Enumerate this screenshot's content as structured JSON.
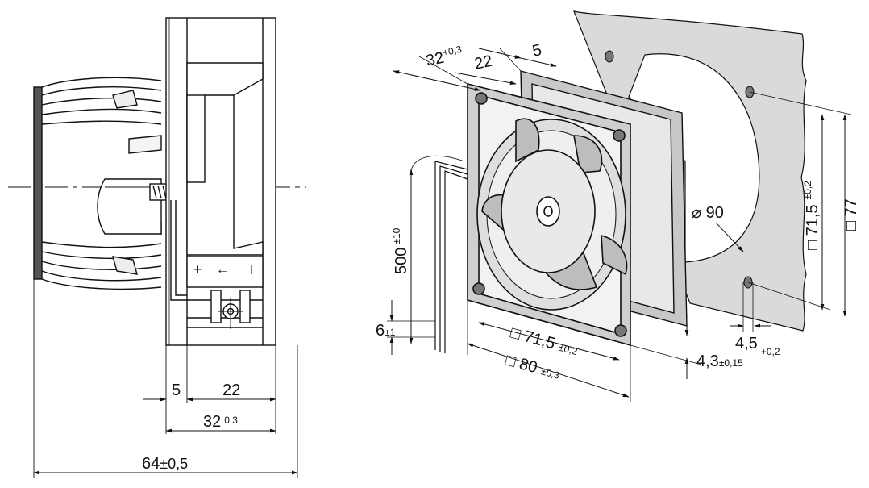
{
  "side_view": {
    "dim_5": "5",
    "dim_22": "22",
    "dim_32": "32",
    "dim_32_tol": "0,3",
    "dim_64": "64",
    "dim_64_tol": "±0,5",
    "polarity_plus": "+",
    "polarity_arrow": "←",
    "polarity_minus": "I"
  },
  "iso_view": {
    "dim_32": "32",
    "dim_32_tol": "+0,3",
    "dim_22": "22",
    "dim_5": "5",
    "dim_500": "500",
    "dim_500_tol": "±10",
    "dim_6": "6",
    "dim_6_tol": "±1",
    "dim_71_5": "□ 71,5",
    "dim_71_5_tol": "±0,2",
    "dim_80": "□ 80",
    "dim_80_tol": "±0,3",
    "dim_4_3": "4,3",
    "dim_4_3_tol": "±0,15",
    "dim_4_5": "4,5",
    "dim_4_5_tol": "+0,2",
    "dim_diam_90": "⌀ 90",
    "dim_71_5_v": "□ 71,5",
    "dim_71_5_v_tol": "±0,2",
    "dim_77": "□ 77"
  },
  "colors": {
    "line": "#111111",
    "panel": "#dcdcdc",
    "fan_light": "#e6e6e6",
    "fan_mid": "#c8c8c8",
    "fan_dark": "#9a9a9a"
  }
}
